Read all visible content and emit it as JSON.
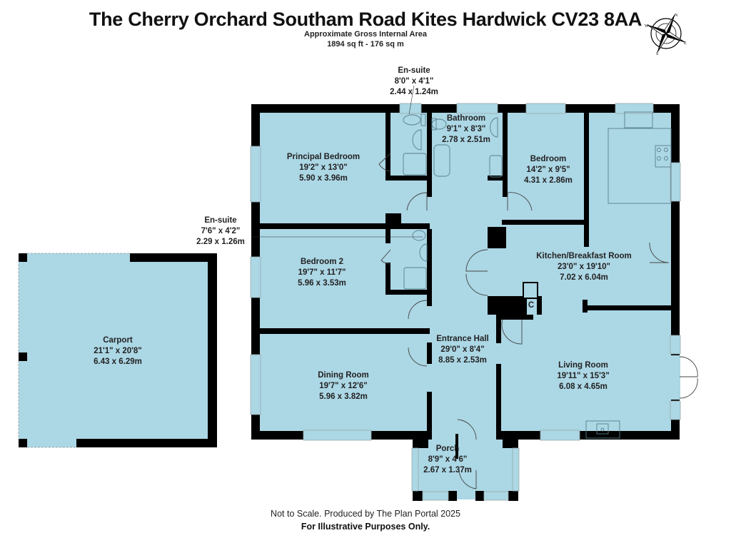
{
  "header": {
    "title": "The Cherry Orchard Southam Road Kites Hardwick CV23 8AA",
    "area_label": "Approximate Gross Internal Area",
    "area_value": "1894 sq ft - 176 sq m"
  },
  "compass": {
    "icon": "compass-rose-icon",
    "letters": [
      "N",
      "E",
      "S",
      "W"
    ]
  },
  "colors": {
    "room_fill": "#acd7e5",
    "wall": "#000000",
    "fixture_line": "#5a7f8c"
  },
  "rooms": {
    "ensuite_1": {
      "name": "En-suite",
      "imperial": "8'0\" x 4'1\"",
      "metric": "2.44 x 1.24m"
    },
    "principal_bedroom": {
      "name": "Principal Bedroom",
      "imperial": "19'2\" x 13'0\"",
      "metric": "5.90 x 3.96m"
    },
    "bathroom": {
      "name": "Bathroom",
      "imperial": "9'1\" x 8'3\"",
      "metric": "2.78 x 2.51m"
    },
    "bedroom": {
      "name": "Bedroom",
      "imperial": "14'2\" x 9'5\"",
      "metric": "4.31 x 2.86m"
    },
    "ensuite_2": {
      "name": "En-suite",
      "imperial": "7'6\" x 4'2\"",
      "metric": "2.29 x 1.26m"
    },
    "bedroom_2": {
      "name": "Bedroom 2",
      "imperial": "19'7\" x 11'7\"",
      "metric": "5.96 x 3.53m"
    },
    "kitchen": {
      "name": "Kitchen/Breakfast Room",
      "imperial": "23'0\" x 19'10\"",
      "metric": "7.02 x 6.04m"
    },
    "cupboard": {
      "name": "C"
    },
    "carport": {
      "name": "Carport",
      "imperial": "21'1\" x 20'8\"",
      "metric": "6.43 x 6.29m"
    },
    "entrance_hall": {
      "name": "Entrance Hall",
      "imperial": "29'0\" x 8'4\"",
      "metric": "8.85 x 2.53m"
    },
    "dining_room": {
      "name": "Dining Room",
      "imperial": "19'7\" x 12'6\"",
      "metric": "5.96 x 3.82m"
    },
    "living_room": {
      "name": "Living Room",
      "imperial": "19'11\" x 15'3\"",
      "metric": "6.08 x 4.65m"
    },
    "porch": {
      "name": "Porch",
      "imperial": "8'9\" x 4'6\"",
      "metric": "2.67 x 1.37m"
    }
  },
  "footer": {
    "line1": "Not to Scale. Produced by The Plan Portal 2025",
    "line2": "For Illustrative Purposes Only."
  }
}
